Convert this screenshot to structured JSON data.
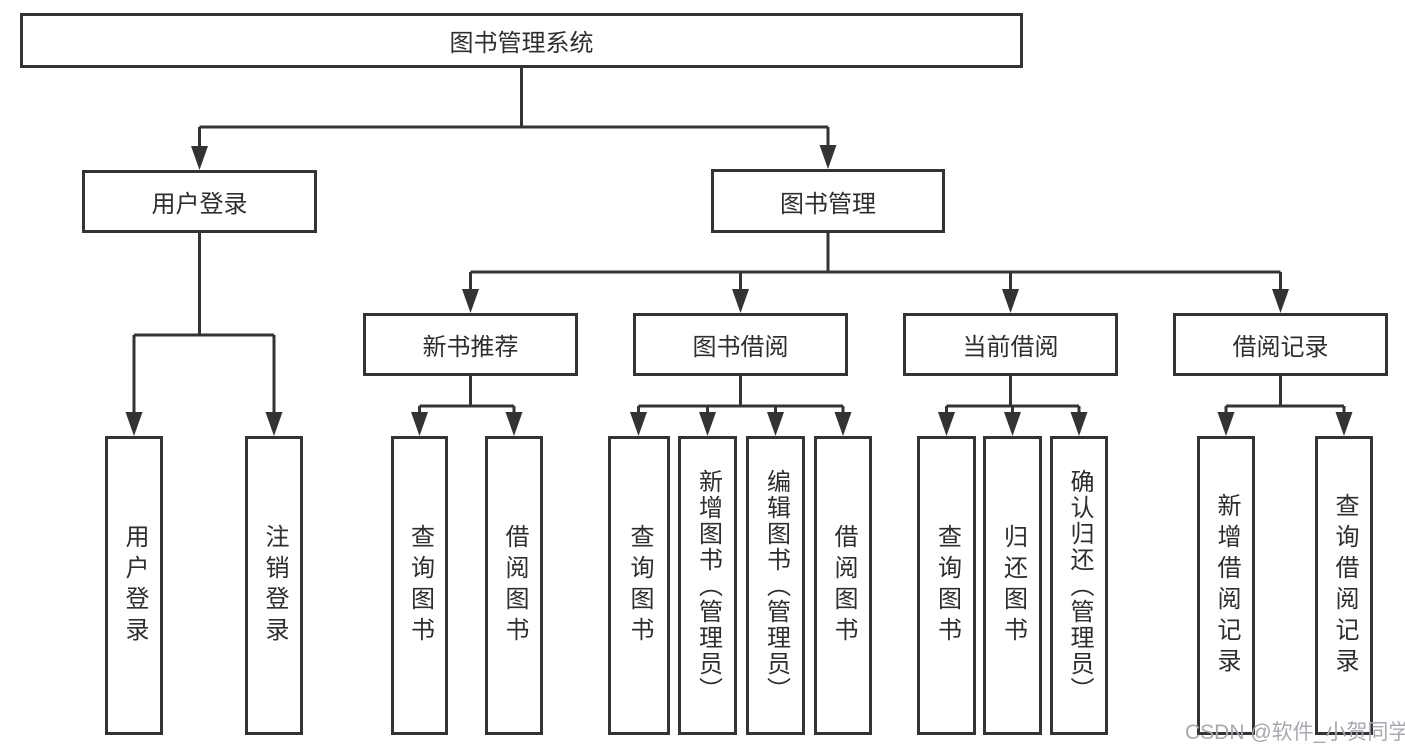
{
  "colors": {
    "line": "#333333",
    "text": "#2e2e2e",
    "box_background": "#ffffff",
    "watermark": "#a6a9b0"
  },
  "nodes": {
    "root": "图书管理系统",
    "user_login": "用户登录",
    "book_management": "图书管理",
    "new_book_recommend": "新书推荐",
    "book_borrow": "图书借阅",
    "current_borrow": "当前借阅",
    "borrow_record": "借阅记录",
    "leaf_user_login": "用户登录",
    "leaf_logout": "注销登录",
    "leaf_nb_query": "查询图书",
    "leaf_nb_borrow": "借阅图书",
    "leaf_bb_query": "查询图书",
    "leaf_bb_add": "新增图书（管理员）",
    "leaf_bb_edit": "编辑图书（管理员）",
    "leaf_bb_borrow": "借阅图书",
    "leaf_cb_query": "查询图书",
    "leaf_cb_return": "归还图书",
    "leaf_cb_confirm": "确认归还（管理员）",
    "leaf_br_add": "新增借阅记录",
    "leaf_br_query": "查询借阅记录"
  },
  "watermark": "CSDN @软件_小贺同学"
}
